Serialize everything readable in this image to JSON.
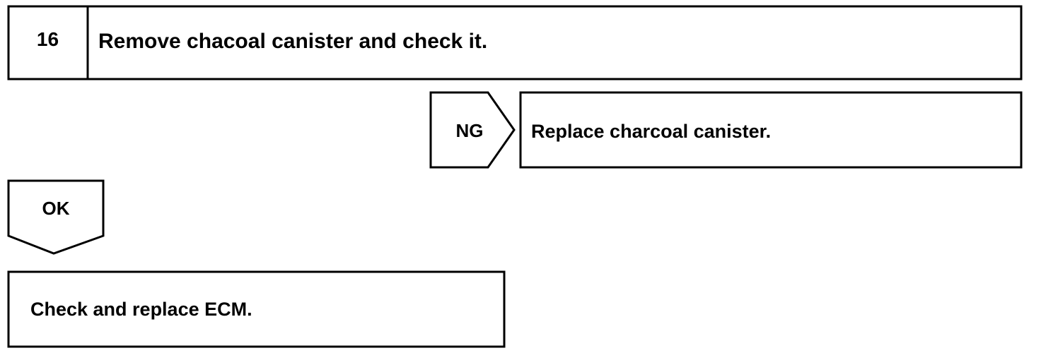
{
  "step": {
    "number": "16",
    "title": "Remove chacoal canister and check it."
  },
  "ng_branch": {
    "label": "NG",
    "result": "Replace charcoal canister."
  },
  "ok_branch": {
    "label": "OK",
    "result": "Check and replace ECM."
  },
  "colors": {
    "line": "#000000",
    "background": "#ffffff"
  }
}
